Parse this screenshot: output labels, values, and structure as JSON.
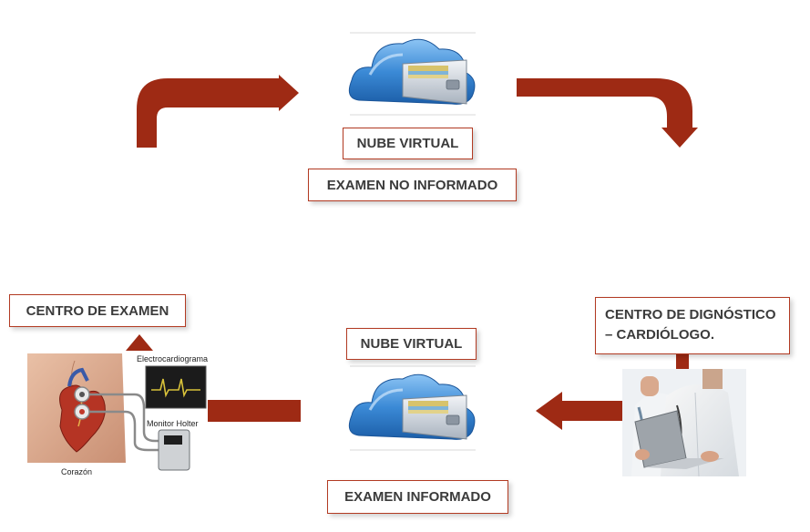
{
  "boxes": {
    "cloud_top_label": "NUBE VIRTUAL",
    "exam_not_reported": "EXAMEN NO INFORMADO",
    "exam_center": "CENTRO DE EXAMEN",
    "cloud_bottom_label": "NUBE VIRTUAL",
    "diagnostic_center_line1": "CENTRO DE DIGNÓSTICO",
    "diagnostic_center_line2": "– CARDIÓLOGO.",
    "exam_reported": "EXAMEN INFORMADO"
  },
  "ecg_illustration": {
    "electrocardiogram_label": "Electrocardiograma",
    "holter_label": "Monitor Holter",
    "heart_label": "Corazón"
  },
  "colors": {
    "arrow": "#9e2a14",
    "box_border": "#b23a22",
    "cloud_blue": "#2f7fd1"
  }
}
